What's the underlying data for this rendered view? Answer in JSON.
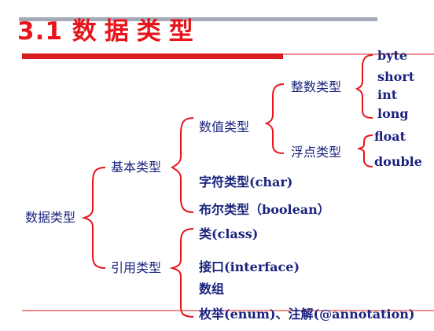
{
  "title": {
    "number": "3.1",
    "text": "数据类型"
  },
  "colors": {
    "title": "#e8141b",
    "accent_bar": "#d91c1f",
    "top_rule": "#a4a9b8",
    "brace": "#e8141b",
    "text": "#1a237e"
  },
  "tree": {
    "root": "数据类型",
    "basic": {
      "label": "基本类型",
      "numeric": {
        "label": "数值类型",
        "integer": {
          "label": "整数类型",
          "items": [
            "byte",
            "short",
            "int",
            "long"
          ]
        },
        "floating": {
          "label": "浮点类型",
          "items": [
            "float",
            "double"
          ]
        }
      },
      "char": "字符类型(char)",
      "boolean": "布尔类型（boolean）"
    },
    "reference": {
      "label": "引用类型",
      "items": [
        "类(class)",
        "接口(interface)",
        "数组",
        "枚举(enum)、注解(@annotation)"
      ]
    }
  }
}
